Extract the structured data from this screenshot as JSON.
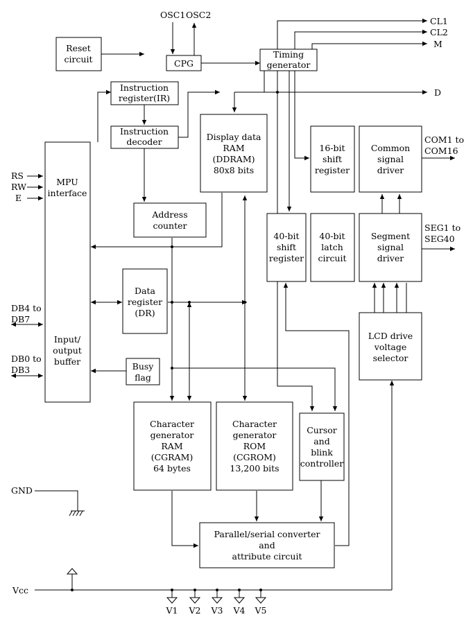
{
  "blocks": {
    "reset": [
      "Reset",
      "circuit"
    ],
    "cpg": [
      "CPG"
    ],
    "timing": [
      "Timing",
      "generator"
    ],
    "ir": [
      "Instruction",
      "register(IR)"
    ],
    "decoder": [
      "Instruction",
      "decoder"
    ],
    "ddram": [
      "Display data",
      "RAM",
      "(DDRAM)",
      "80x8 bits"
    ],
    "shift16": [
      "16-bit",
      "shift",
      "register"
    ],
    "common": [
      "Common",
      "signal",
      "driver"
    ],
    "mpu": [
      "MPU",
      "interface"
    ],
    "iobuf": [
      "Input/",
      "output",
      "buffer"
    ],
    "addr": [
      "Address",
      "counter"
    ],
    "shift40": [
      "40-bit",
      "shift",
      "register"
    ],
    "latch40": [
      "40-bit",
      "latch",
      "circuit"
    ],
    "segment": [
      "Segment",
      "signal",
      "driver"
    ],
    "dr": [
      "Data",
      "register",
      "(DR)"
    ],
    "lcd": [
      "LCD drive",
      "voltage",
      "selector"
    ],
    "busy": [
      "Busy",
      "flag"
    ],
    "cgram": [
      "Character",
      "generator",
      "RAM",
      "(CGRAM)",
      "64 bytes"
    ],
    "cgrom": [
      "Character",
      "generator",
      "ROM",
      "(CGROM)",
      "13,200 bits"
    ],
    "cursor": [
      "Cursor",
      "and",
      "blink",
      "controller"
    ],
    "ps": [
      "Parallel/serial converter",
      "and",
      "attribute circuit"
    ]
  },
  "pins": {
    "osc1": "OSC1",
    "osc2": "OSC2",
    "cl1": "CL1",
    "cl2": "CL2",
    "m": "M",
    "d": "D",
    "com": [
      "COM1 to",
      "COM16"
    ],
    "seg": [
      "SEG1 to",
      "SEG40"
    ],
    "rs": "RS",
    "rw": "RW",
    "e": "E",
    "db47": [
      "DB4 to",
      "DB7"
    ],
    "db03": [
      "DB0 to",
      "DB3"
    ],
    "gnd": "GND",
    "vcc": "Vcc",
    "v1": "V1",
    "v2": "V2",
    "v3": "V3",
    "v4": "V4",
    "v5": "V5"
  }
}
